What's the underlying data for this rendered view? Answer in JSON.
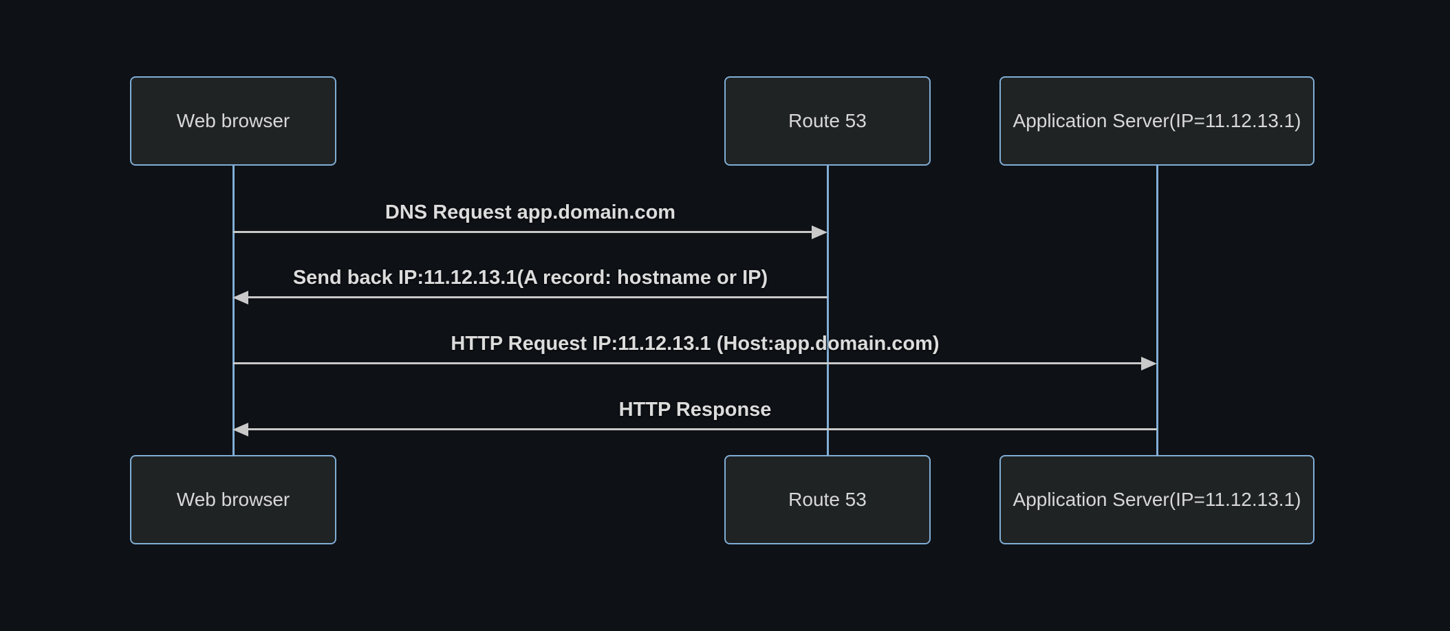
{
  "diagram": {
    "type": "sequence",
    "actors": [
      {
        "id": "web-browser",
        "label": "Web browser"
      },
      {
        "id": "route-53",
        "label": "Route 53"
      },
      {
        "id": "app-server",
        "label": "Application Server(IP=11.12.13.1)"
      }
    ],
    "messages": [
      {
        "from": "web-browser",
        "to": "route-53",
        "direction": "right",
        "label": "DNS Request app.domain.com"
      },
      {
        "from": "route-53",
        "to": "web-browser",
        "direction": "left",
        "label": "Send back IP:11.12.13.1(A record: hostname or IP)"
      },
      {
        "from": "web-browser",
        "to": "app-server",
        "direction": "right",
        "label": "HTTP Request IP:11.12.13.1 (Host:app.domain.com)"
      },
      {
        "from": "app-server",
        "to": "web-browser",
        "direction": "left",
        "label": "HTTP Response"
      }
    ],
    "colors": {
      "background": "#0e1116",
      "actor_fill": "#202324",
      "actor_border": "#81aed6",
      "actor_text": "#d8d8d8",
      "signal_line": "#c9c9c9",
      "signal_text": "#dcdcdc"
    }
  }
}
